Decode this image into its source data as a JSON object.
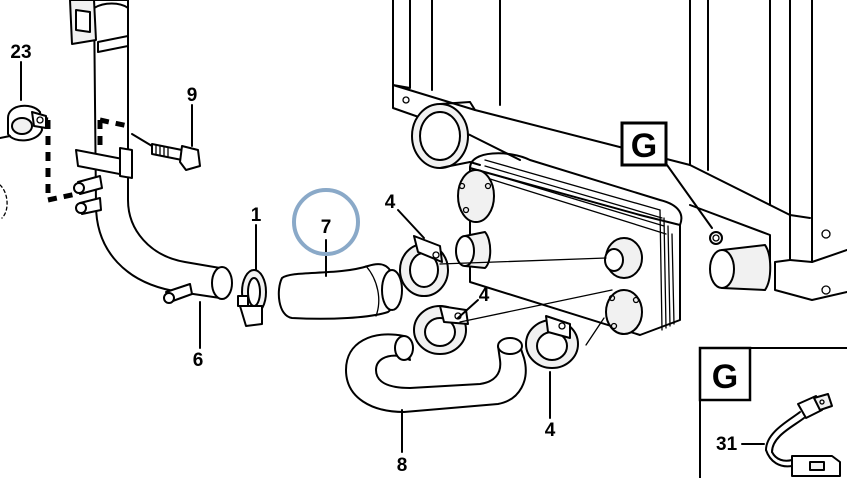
{
  "labels": {
    "p23": "23",
    "p9": "9",
    "p1": "1",
    "p7": "7",
    "p4a": "4",
    "p4b": "4",
    "p4c": "4",
    "p6": "6",
    "p8": "8",
    "p31": "31"
  },
  "detail": {
    "ref": "G",
    "inset_title": "G"
  },
  "colors": {
    "highlight_ring": "#8aa9c8",
    "line": "#000000"
  }
}
